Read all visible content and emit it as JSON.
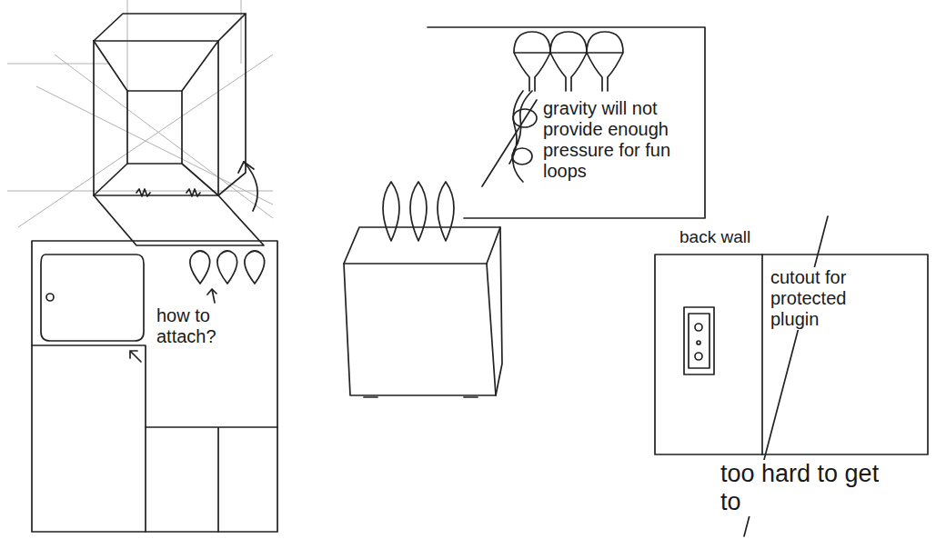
{
  "diagram": {
    "nodes": [
      {
        "text": [
          "gravity will not provide enough pressure for fun loops"
        ]
      },
      {
        "text": [
          "how to attach?"
        ]
      },
      {
        "text": [
          "back wall",
          "cutout for protected plugin"
        ]
      }
    ],
    "labels": [
      "too hard to get to"
    ]
  }
}
